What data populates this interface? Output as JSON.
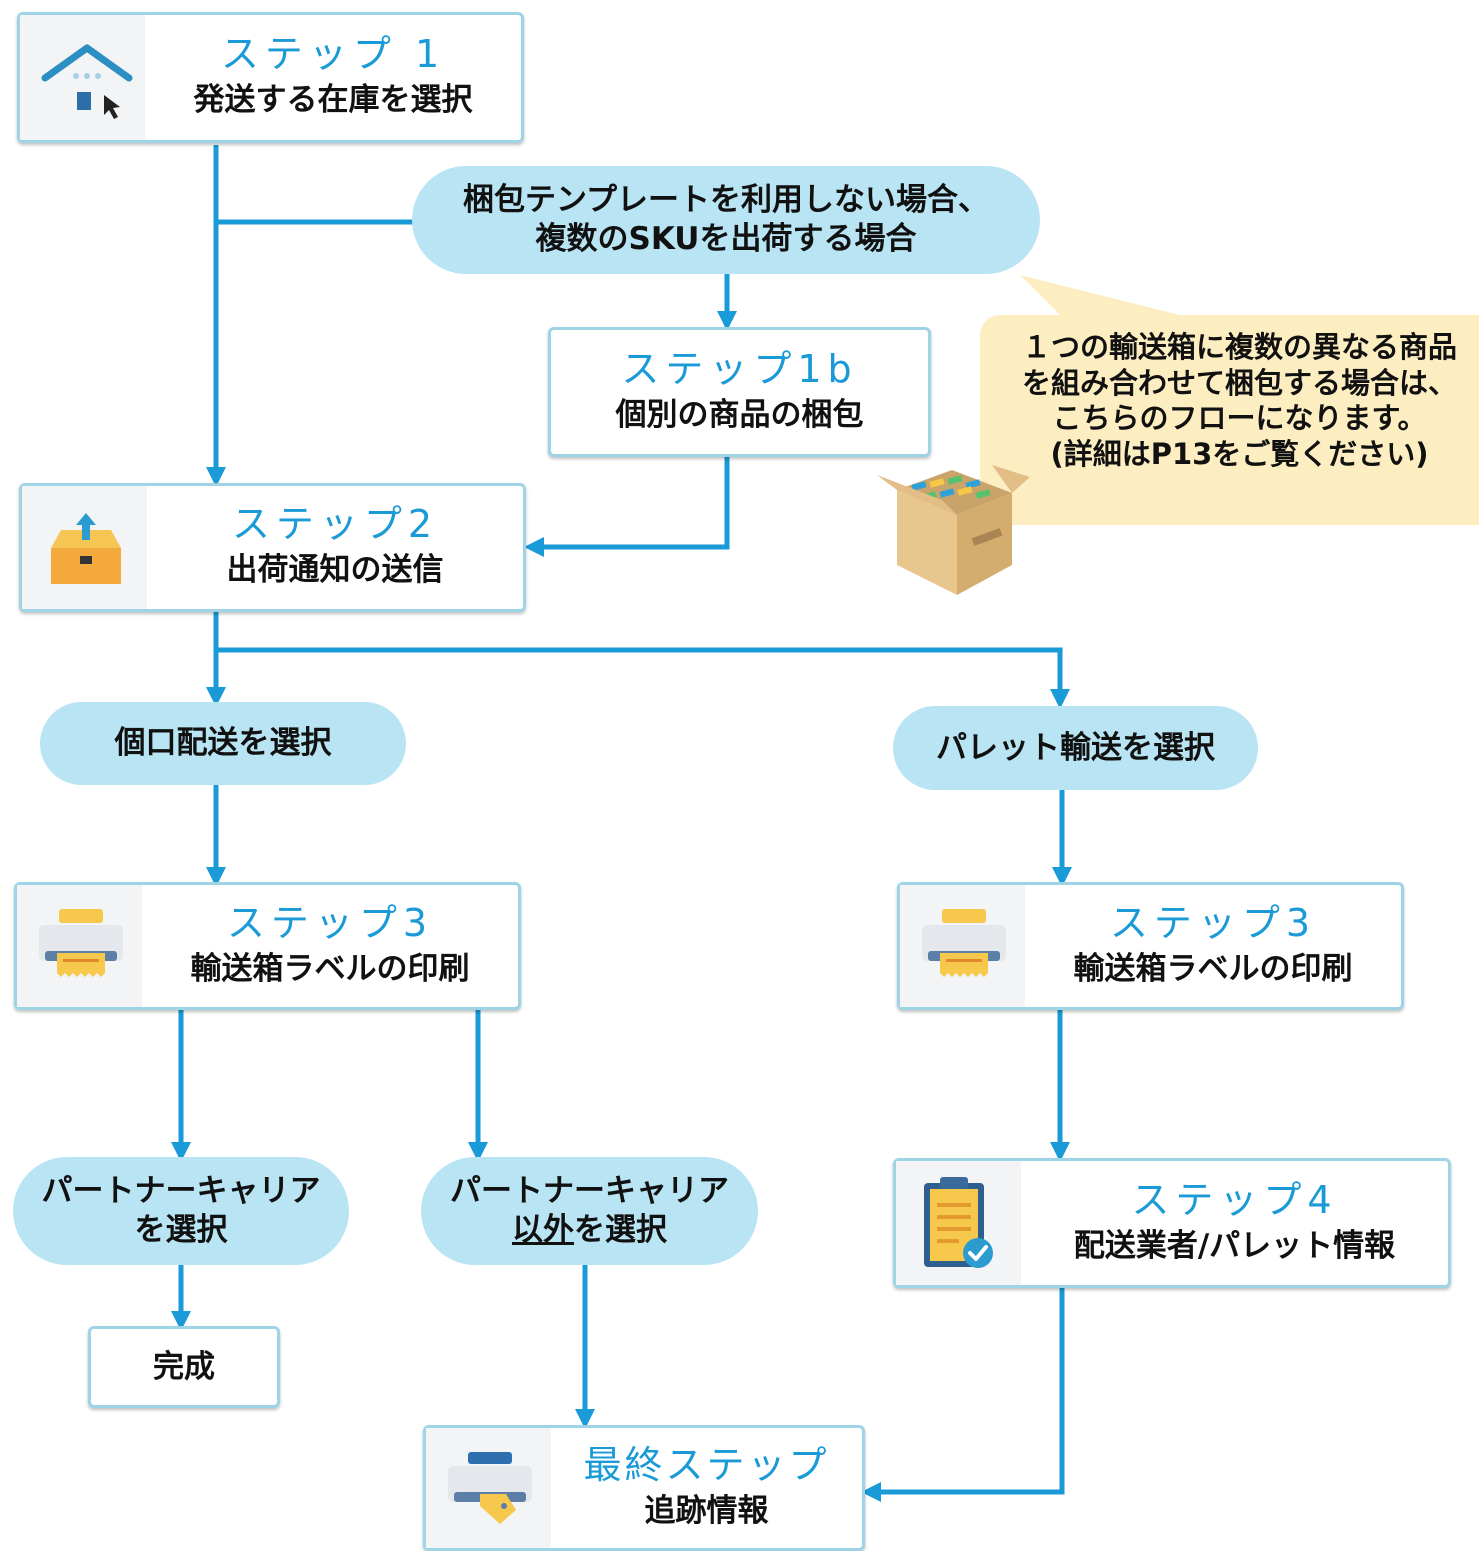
{
  "colors": {
    "arrow": "#1a9ad6",
    "pill": "#b9e4f3",
    "step_title": "#1a9ad6",
    "callout": "#fdeec2"
  },
  "step1": {
    "title": "ステップ 1",
    "desc": "発送する在庫を選択",
    "icon": "house-cursor-icon"
  },
  "branch_pill": {
    "line1": "梱包テンプレートを利用しない場合、",
    "line2": "複数のSKUを出荷する場合"
  },
  "step1b": {
    "title": "ステップ1b",
    "desc": "個別の商品の梱包"
  },
  "callout": {
    "lines": [
      "１つの輸送箱に複数の異なる商品",
      "を組み合わせて梱包する場合は、",
      "こちらのフローになります。",
      "(詳細はP13をご覧ください)"
    ],
    "icon": "cardboard-box-icon"
  },
  "step2": {
    "title": "ステップ2",
    "desc": "出荷通知の送信",
    "icon": "box-upload-icon"
  },
  "choice_parcel": "個口配送を選択",
  "choice_pallet": "パレット輸送を選択",
  "step3_left": {
    "title": "ステップ3",
    "desc": "輸送箱ラベルの印刷",
    "icon": "printer-icon"
  },
  "step3_right": {
    "title": "ステップ3",
    "desc": "輸送箱ラベルの印刷",
    "icon": "printer-icon"
  },
  "partner": {
    "line1": "パートナーキャリア",
    "line2": "を選択"
  },
  "non_partner": {
    "line1": "パートナーキャリア",
    "line2_underlined": "以外",
    "line2_rest": "を選択"
  },
  "complete": "完成",
  "step4": {
    "title": "ステップ4",
    "desc": "配送業者/パレット情報",
    "icon": "clipboard-check-icon"
  },
  "final_step": {
    "title": "最終ステップ",
    "desc": "追跡情報",
    "icon": "printer-tag-icon"
  }
}
